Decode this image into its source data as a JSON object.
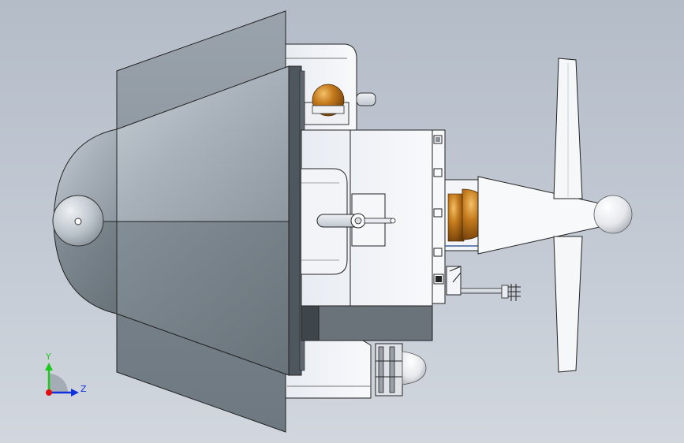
{
  "viewport": {
    "background_top": "#b4bcc8",
    "background_bottom": "#d2d7de"
  },
  "triad": {
    "y_label": "Y",
    "z_label": "Z",
    "x_color": "#e01010",
    "y_color": "#1ec81e",
    "z_color": "#1030e0"
  },
  "model": {
    "shell_color": "#8e979f",
    "body_color": "#f2f4f8",
    "bronze_color": "#c47a1c",
    "icons": [
      "nose-cone",
      "shell-cone",
      "main-housing",
      "propeller",
      "bronze-dome",
      "sensor-connector"
    ]
  }
}
